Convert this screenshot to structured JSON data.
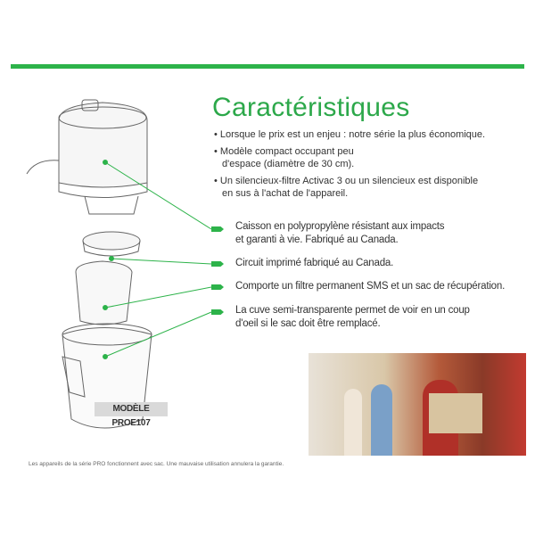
{
  "title": "Caractéristiques",
  "bullets": [
    "• Lorsque le prix est un enjeu : notre série la plus économique.",
    "• Modèle compact occupant peu d'espace (diamètre de 30 cm).",
    "• Un silencieux-filtre Activac 3 ou un silencieux est disponible en sus à l'achat de l'appareil."
  ],
  "callouts": [
    "Caisson en polypropylène résistant aux impacts et garanti à vie. Fabriqué au Canada.",
    "Circuit imprimé fabriqué au Canada.",
    "Comporte un filtre permanent SMS et un sac de récupération.",
    "La cuve semi-transparente permet de voir en un coup d'oeil si le sac doit être remplacé."
  ],
  "model": "MODÈLE PROE107",
  "footnote": "Les appareils de la série PRO fonctionnent avec sac. Une mauvaise utilisation annulera la garantie.",
  "colors": {
    "accent": "#2db34a"
  }
}
